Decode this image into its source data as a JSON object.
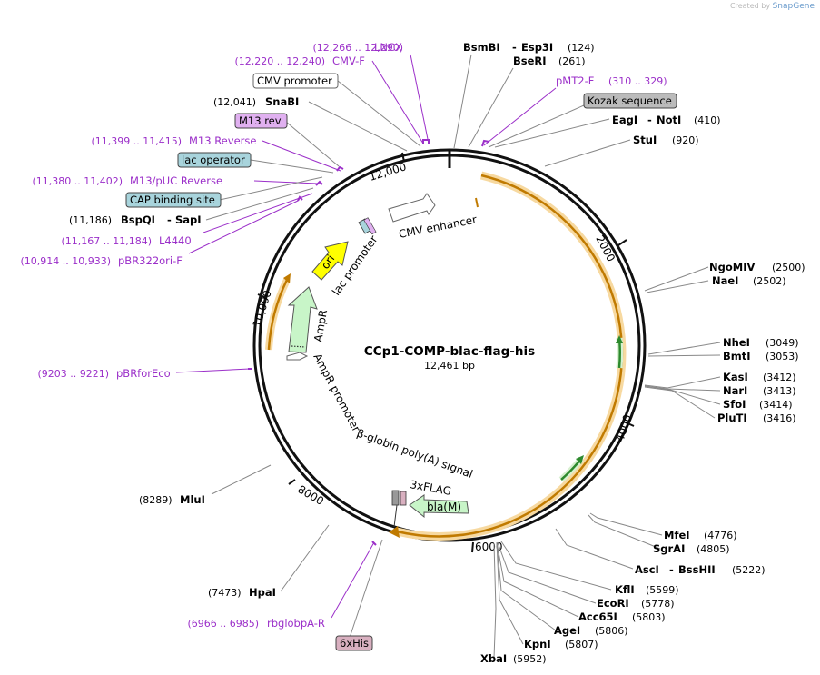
{
  "watermark": {
    "prefix": "Created by",
    "brand": "SnapGene"
  },
  "plasmid": {
    "name": "CCp1-COMP-blac-flag-his",
    "length": "12,461 bp"
  },
  "ticks": [
    "2000",
    "4000",
    "6000",
    "8000",
    "10,000",
    "12,000"
  ],
  "features": {
    "cmv_enhancer": "CMV enhancer",
    "lac_promoter": "lac promoter",
    "ori": "ori",
    "ampr": "AmpR",
    "ampr_promoter": "AmpR promoter",
    "bglobin": "β-globin poly(A) signal",
    "flag": "3xFLAG",
    "bla": "bla(M)"
  },
  "labels": {
    "lncx": {
      "range": "(12,266 .. 12,290)",
      "name": "LNCX"
    },
    "cmvf": {
      "range": "(12,220 .. 12,240)",
      "name": "CMV-F"
    },
    "cmv_promoter": "CMV promoter",
    "snabi": {
      "pos": "(12,041)",
      "name": "SnaBI"
    },
    "m13rev": "M13 rev",
    "m13reverse": {
      "range": "(11,399 .. 11,415)",
      "name": "M13 Reverse"
    },
    "lac_operator": "lac operator",
    "m13puc": {
      "range": "(11,380 .. 11,402)",
      "name": "M13/pUC Reverse"
    },
    "cap_site": "CAP binding site",
    "bspqi": {
      "pos": "(11,186)",
      "name": "BspQI",
      "sep": "-",
      "name2": "SapI"
    },
    "l4440": {
      "range": "(11,167 .. 11,184)",
      "name": "L4440"
    },
    "pbr322orif": {
      "range": "(10,914 .. 10,933)",
      "name": "pBR322ori-F"
    },
    "pbrforeco": {
      "range": "(9203 .. 9221)",
      "name": "pBRforEco"
    },
    "mlui": {
      "pos": "(8289)",
      "name": "MluI"
    },
    "hpai": {
      "pos": "(7473)",
      "name": "HpaI"
    },
    "rbglobpa": {
      "range": "(6966 .. 6985)",
      "name": "rbglobpA-R"
    },
    "sixhis": "6xHis",
    "bsmbi": {
      "name": "BsmBI",
      "sep": "-",
      "name2": "Esp3I",
      "pos": "(124)"
    },
    "bseri": {
      "name": "BseRI",
      "pos": "(261)"
    },
    "pmt2f": {
      "name": "pMT2-F",
      "range": "(310 .. 329)"
    },
    "kozak": "Kozak sequence",
    "eagi": {
      "name": "EagI",
      "sep": "-",
      "name2": "NotI",
      "pos": "(410)"
    },
    "stui": {
      "name": "StuI",
      "pos": "(920)"
    },
    "ngomiv": {
      "name": "NgoMIV",
      "pos": "(2500)"
    },
    "naei": {
      "name": "NaeI",
      "pos": "(2502)"
    },
    "nhei": {
      "name": "NheI",
      "pos": "(3049)"
    },
    "bmti": {
      "name": "BmtI",
      "pos": "(3053)"
    },
    "kasi": {
      "name": "KasI",
      "pos": "(3412)"
    },
    "nari": {
      "name": "NarI",
      "pos": "(3413)"
    },
    "sfoi": {
      "name": "SfoI",
      "pos": "(3414)"
    },
    "pluti": {
      "name": "PluTI",
      "pos": "(3416)"
    },
    "mfei": {
      "name": "MfeI",
      "pos": "(4776)"
    },
    "sgrai": {
      "name": "SgrAI",
      "pos": "(4805)"
    },
    "asci": {
      "name": "AscI",
      "sep": "-",
      "name2": "BssHII",
      "pos": "(5222)"
    },
    "kfli": {
      "name": "KflI",
      "pos": "(5599)"
    },
    "ecori": {
      "name": "EcoRI",
      "pos": "(5778)"
    },
    "acc65i": {
      "name": "Acc65I",
      "pos": "(5803)"
    },
    "agei": {
      "name": "AgeI",
      "pos": "(5806)"
    },
    "kpni": {
      "name": "KpnI",
      "pos": "(5807)"
    },
    "xbai": {
      "name": "XbaI",
      "pos": "(5952)"
    }
  },
  "colors": {
    "primer": "#9b2fc9",
    "orange_feature": "#f0b040",
    "ori": "#ffff00",
    "ampr": "#c8f5c8",
    "m13rev_fill": "#e0b0f0",
    "lac_operator_fill": "#a8d4dc",
    "kozak_fill": "#bbbbbb",
    "sixhis_fill": "#d9b0c0"
  }
}
